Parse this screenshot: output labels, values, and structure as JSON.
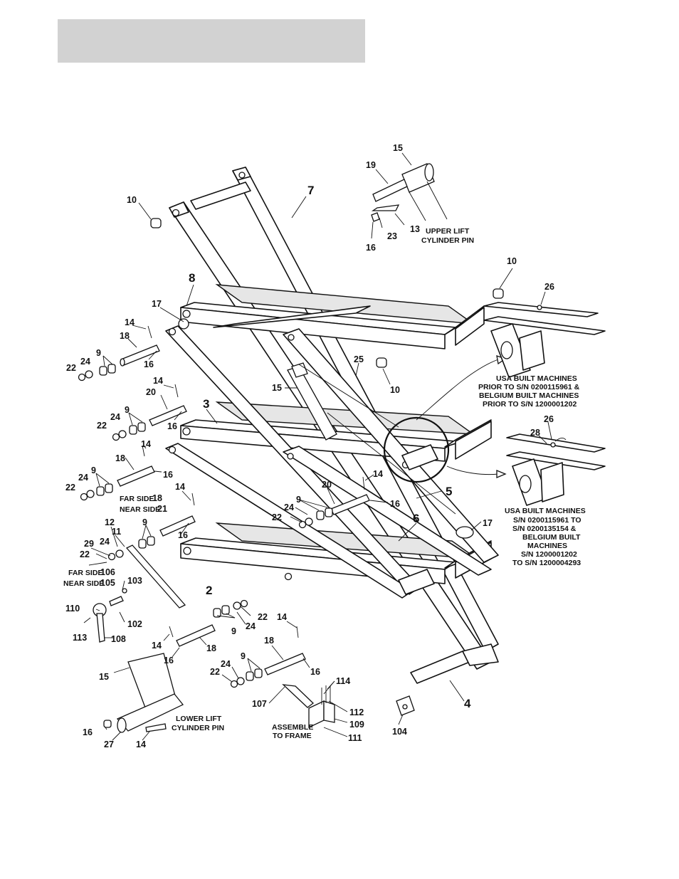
{
  "callouts": {
    "c15_top": "15",
    "c19": "19",
    "c23": "23",
    "c13": "13",
    "c16_top": "16",
    "c7": "7",
    "c10_tl": "10",
    "c10_tr": "10",
    "c26_a": "26",
    "c10_mid": "10",
    "c8": "8",
    "c17_l": "17",
    "c14_a": "14",
    "c18_a": "18",
    "c9_a": "9",
    "c24_a": "24",
    "c22_a": "22",
    "c16_a": "16",
    "c25": "25",
    "c15_mid": "15",
    "c14_b": "14",
    "c20_a": "20",
    "c9_b": "9",
    "c24_b": "24",
    "c22_b": "22",
    "c16_b": "16",
    "c3": "3",
    "c14_c": "14",
    "c18_b": "18",
    "c9_c": "9",
    "c24_c": "24",
    "c22_c": "22",
    "c16_c": "16",
    "c26_b": "26",
    "c28": "28",
    "c20_b": "20",
    "c14_d": "14",
    "c16_d": "16",
    "c5": "5",
    "c22_d": "22",
    "c24_d": "24",
    "c9_d": "9",
    "c14_e": "14",
    "c18_far": "18",
    "c21_near": "21",
    "c9_e": "9",
    "c16_e": "16",
    "c6": "6",
    "c17_r": "17",
    "c12": "12",
    "c11": "11",
    "c29": "29",
    "c24_e": "24",
    "c22_e": "22",
    "c106": "106",
    "c105": "105",
    "c103": "103",
    "c2": "2",
    "c110": "110",
    "c113": "113",
    "c108": "108",
    "c102": "102",
    "c22_f": "22",
    "c24_f": "24",
    "c9_f": "9",
    "c14_f": "14",
    "c18_c": "18",
    "c14_g": "14",
    "c16_f": "16",
    "c18_d": "18",
    "c9_g": "9",
    "c24_g": "24",
    "c22_g": "22",
    "c16_g": "16",
    "c114": "114",
    "c15_bot": "15",
    "c107": "107",
    "c112": "112",
    "c109": "109",
    "c111": "111",
    "c104": "104",
    "c4": "4",
    "c16_bot": "16",
    "c27": "27",
    "c14_bot": "14"
  },
  "notes": {
    "upper_pin": [
      "UPPER LIFT",
      "CYLINDER PIN"
    ],
    "lower_pin": [
      "LOWER LIFT",
      "CYLINDER PIN"
    ],
    "assemble": [
      "ASSEMBLE",
      "TO FRAME"
    ],
    "far_side": "FAR SIDE",
    "near_side": "NEAR SIDE",
    "usa_prior": [
      "USA BUILT MACHINES",
      "PRIOR TO S/N 0200115961 &",
      "BELGIUM BUILT MACHINES",
      "PRIOR TO S/N 1200001202"
    ],
    "usa_range": [
      "USA BUILT MACHINES",
      "S/N 0200115961 TO",
      "S/N 0200135154 &",
      "BELGIUM BUILT",
      "MACHINES",
      "S/N 1200001202",
      "TO S/N 1200004293"
    ]
  }
}
